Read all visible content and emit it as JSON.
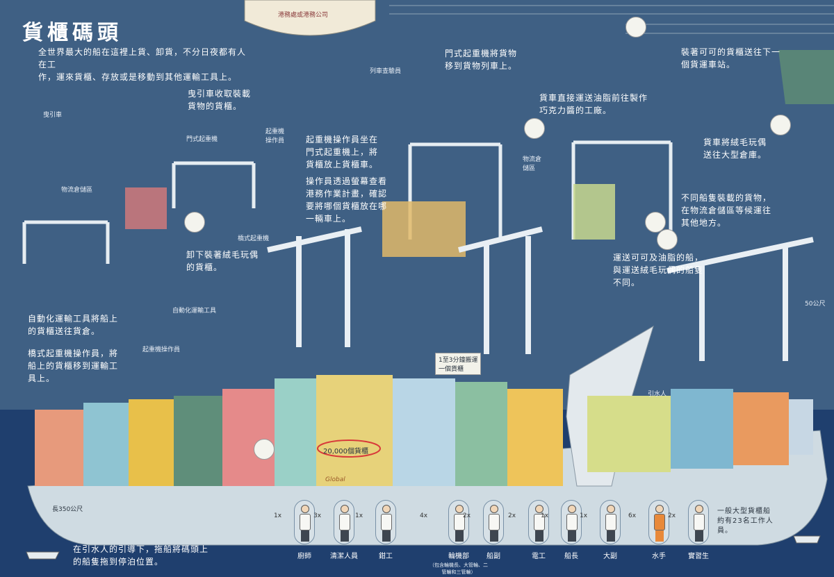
{
  "title": "貨櫃碼頭",
  "intro": [
    "全世界最大的船在這裡上貨、卸貨，不分日夜都有人在工",
    "作，運來貨櫃、存放或是移動到其他運輸工具上。"
  ],
  "top_labels": {
    "port_office": "港務處或港務公司",
    "train_inspector": "列車查驗員",
    "tractor": "曳引車",
    "gantry_crane": "門式起重機",
    "crane_operator": "起重機操作員",
    "storage_left": "物流倉儲區",
    "storage_mid": "物流倉儲區",
    "bridge_crane": "橋式起重機",
    "auto_transport": "自動化運輸工具",
    "crane_operator_2": "起重機操作員",
    "pilot": "引水人",
    "height": "50公尺",
    "length": "長350公尺",
    "containers": "20,000個貨櫃",
    "move_time": [
      "1至3分鐘搬運",
      "一個貨櫃"
    ],
    "ship_logo": "Global"
  },
  "notes": {
    "tractor_note": [
      "曳引車收取裝載",
      "貨物的貨櫃。"
    ],
    "gantry_train": [
      "門式起重機將貨物",
      "移到貨物列車上。"
    ],
    "to_train_station": [
      "裝著可可的貨櫃送往下一",
      "個貨運車站。"
    ],
    "truck_cocoa": [
      "貨車直接運送油脂前往製作",
      "巧克力醬的工廠。"
    ],
    "operator_sits": [
      "起重機操作員坐在",
      "門式起重機上，將",
      "貨櫃放上貨櫃車。"
    ],
    "screen_plan": [
      "操作員透過螢幕查看",
      "港務作業計畫，確認",
      "要將哪個貨櫃放在哪",
      "一輛車上。"
    ],
    "truck_toys": [
      "貨車將絨毛玩偶",
      "送往大型倉庫。"
    ],
    "storage_wait": [
      "不同船隻裝載的貨物，",
      "在物流倉儲區等候運往",
      "其他地方。"
    ],
    "unload_toys": [
      "卸下裝著絨毛玩偶",
      "的貨櫃。"
    ],
    "different_ships": [
      "運送可可及油脂的船，",
      "與運送絨毛玩偶的船隻",
      "不同。"
    ],
    "auto_note": [
      "自動化運輸工具將船上",
      "的貨櫃送往貨倉。"
    ],
    "bridge_op_note": [
      "橋式起重機操作員，將",
      "船上的貨櫃移到運輸工",
      "具上。"
    ],
    "pilot_note": [
      "在引水人的引導下，拖船將碼頭上",
      "的船隻拖到停泊位置。"
    ],
    "crew_note": [
      "一般大型貨櫃船",
      "約有23名工作人",
      "員。"
    ]
  },
  "crew": [
    {
      "count": "1x",
      "role": "廚師",
      "sub": ""
    },
    {
      "count": "3x",
      "role": "清潔人員",
      "sub": ""
    },
    {
      "count": "1x",
      "role": "鉗工",
      "sub": ""
    },
    {
      "count": "4x",
      "role": "輪機部",
      "sub": "（包含輪機長、大管輪、二管輪和三管輪）"
    },
    {
      "count": "2x",
      "role": "船副",
      "sub": ""
    },
    {
      "count": "2x",
      "role": "電工",
      "sub": ""
    },
    {
      "count": "1x",
      "role": "船長",
      "sub": ""
    },
    {
      "count": "1x",
      "role": "大副",
      "sub": ""
    },
    {
      "count": "6x",
      "role": "水手",
      "sub": ""
    },
    {
      "count": "2x",
      "role": "實習生",
      "sub": ""
    }
  ],
  "colors": {
    "background": "#3f6084",
    "water": "#1f3f6e",
    "hull": "#cfdbe2",
    "crane": "#dfe8ee",
    "accent_red": "#d83a3a"
  }
}
